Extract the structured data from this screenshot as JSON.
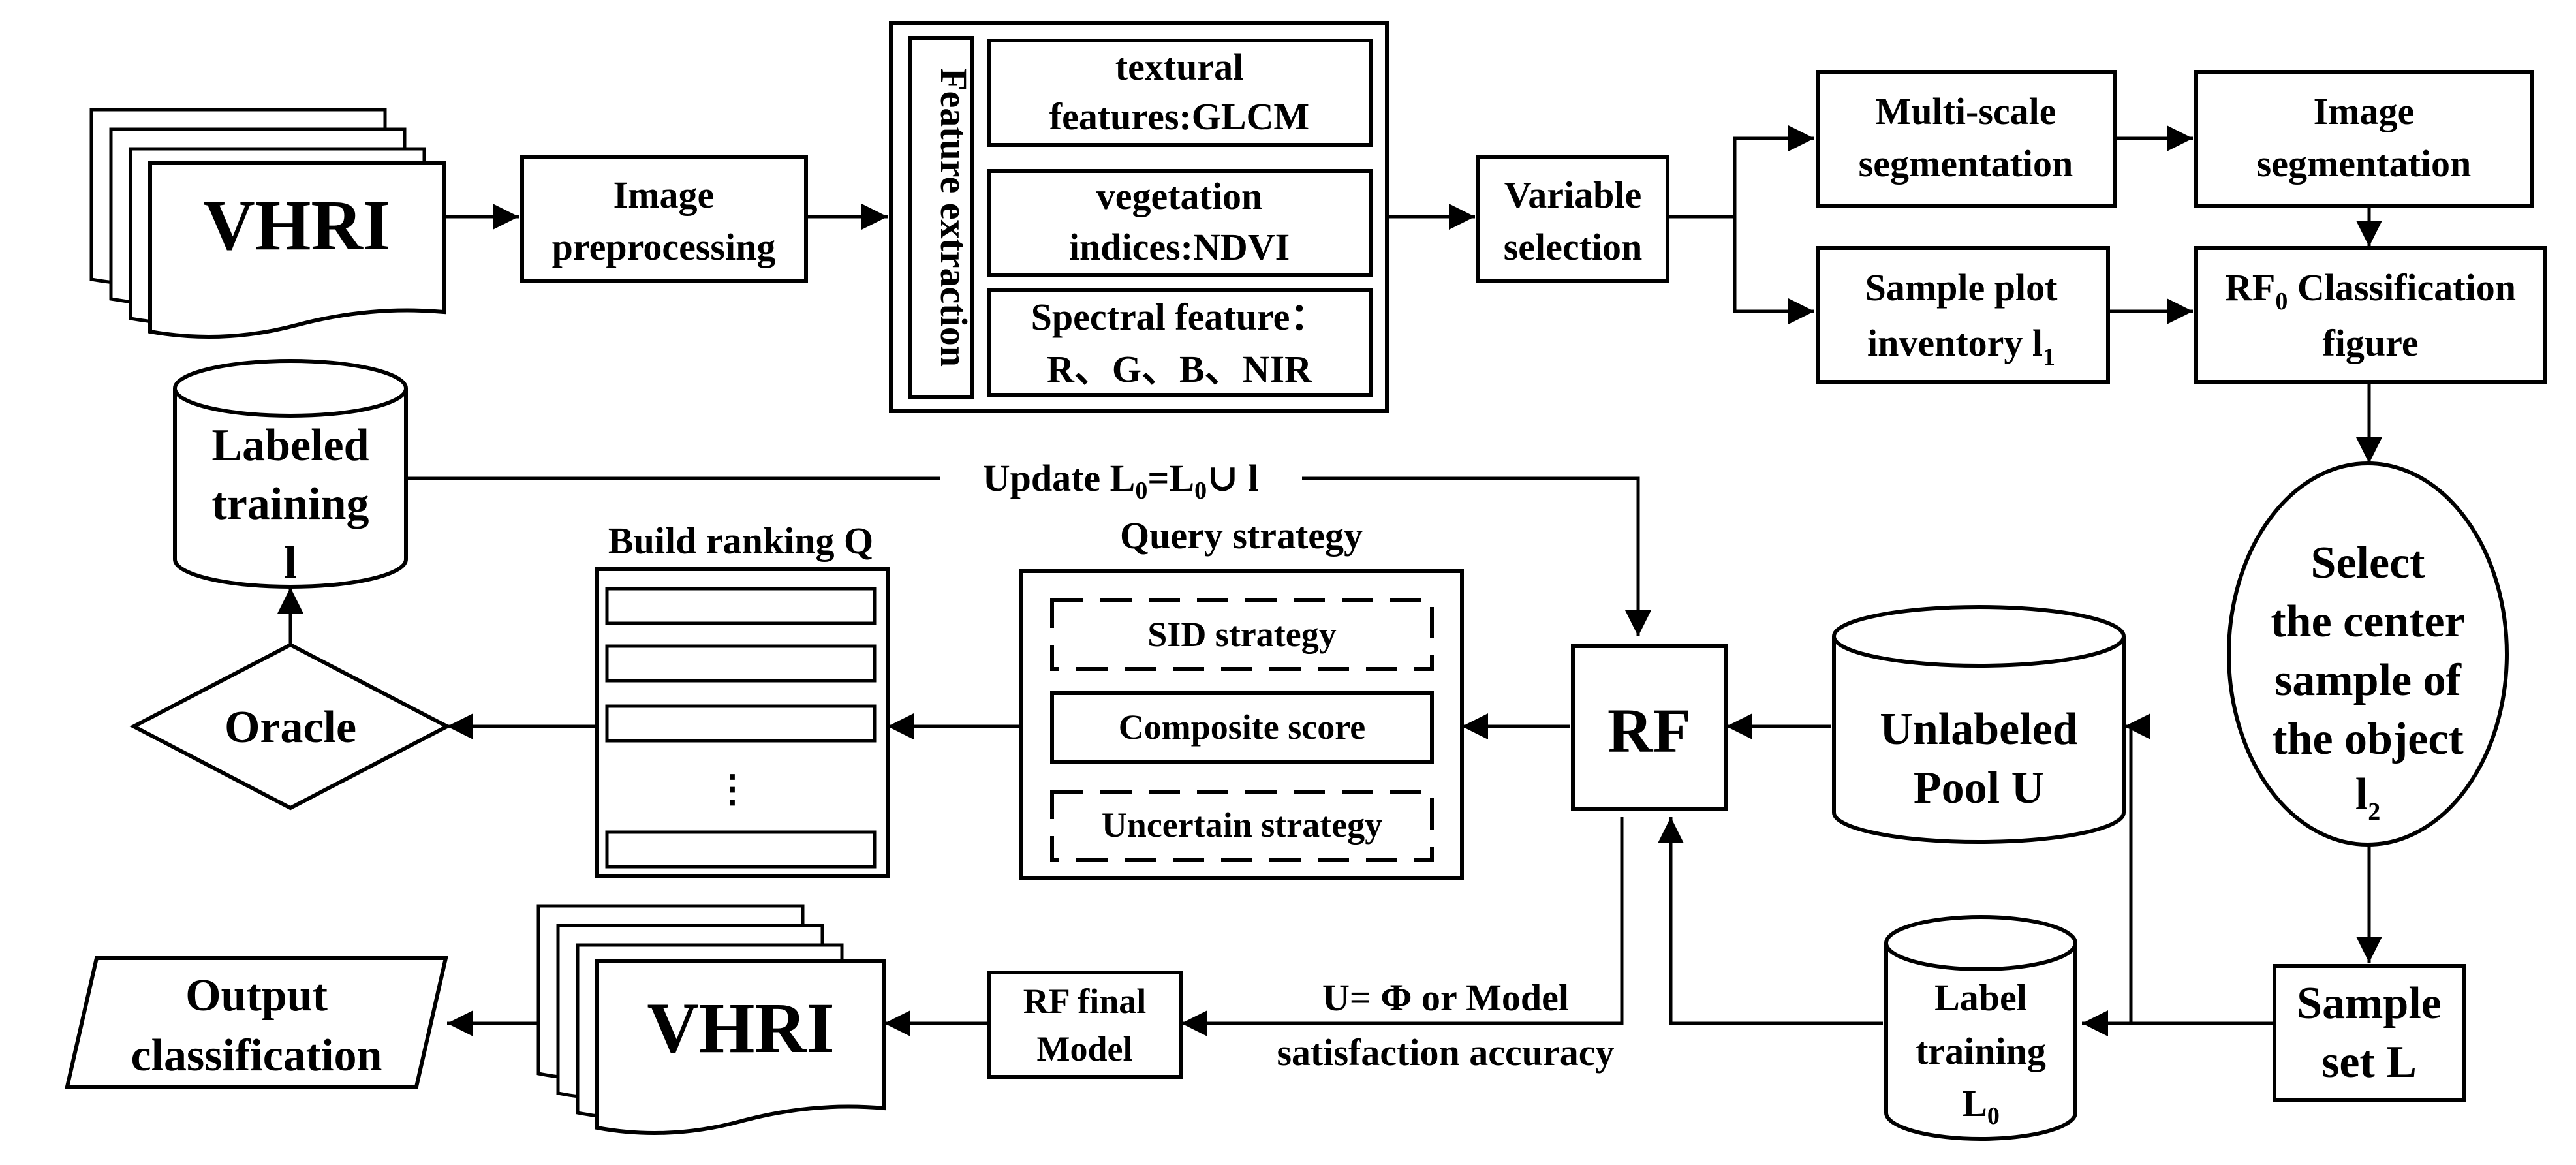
{
  "nodes": {
    "vhri_input": "VHRI",
    "image_preprocessing": [
      "Image",
      "preprocessing"
    ],
    "feature_extraction": "Feature extraction",
    "textural_features": [
      "textural",
      "features:GLCM"
    ],
    "vegetation_indices": [
      "vegetation",
      "indices:NDVI"
    ],
    "spectral_feature": [
      "Spectral feature：",
      "R、G、B、NIR"
    ],
    "variable_selection": [
      "Variable",
      "selection"
    ],
    "multiscale_segmentation": [
      "Multi-scale",
      "segmentation"
    ],
    "image_segmentation": [
      "Image",
      "segmentation"
    ],
    "sample_plot_inventory": {
      "line1": "Sample plot",
      "line2": "inventory l",
      "sub": "1"
    },
    "rf0_classification": {
      "pre": "RF",
      "sub": "0",
      "post": " Classification",
      "line2": "figure"
    },
    "select_center_sample": {
      "lines": [
        "Select",
        "the center",
        "sample of",
        "the object"
      ],
      "last": "l",
      "sub": "2"
    },
    "labeled_training": [
      "Labeled",
      "training",
      "l"
    ],
    "update_label": {
      "a": "Update L",
      "s1": "0",
      "b": "=L",
      "s2": "0",
      "c": "∪ l"
    },
    "build_ranking": "Build ranking Q",
    "ranking_ellipsis": "⋮",
    "query_strategy": "Query strategy",
    "sid_strategy": "SID strategy",
    "composite_score": "Composite score",
    "uncertain_strategy": "Uncertain strategy",
    "oracle": "Oracle",
    "rf": "RF",
    "unlabeled_pool": [
      "Unlabeled",
      "Pool U"
    ],
    "sample_set": [
      "Sample",
      "set L"
    ],
    "label_training": {
      "line1": "Label",
      "line2": "training",
      "line3": "L",
      "sub": "0"
    },
    "stop_condition": [
      "U= Φ  or Model",
      "satisfaction accuracy"
    ],
    "rf_final_model": [
      "RF final",
      "Model"
    ],
    "vhri_output": "VHRI",
    "output_classification": [
      "Output",
      "classification"
    ]
  }
}
